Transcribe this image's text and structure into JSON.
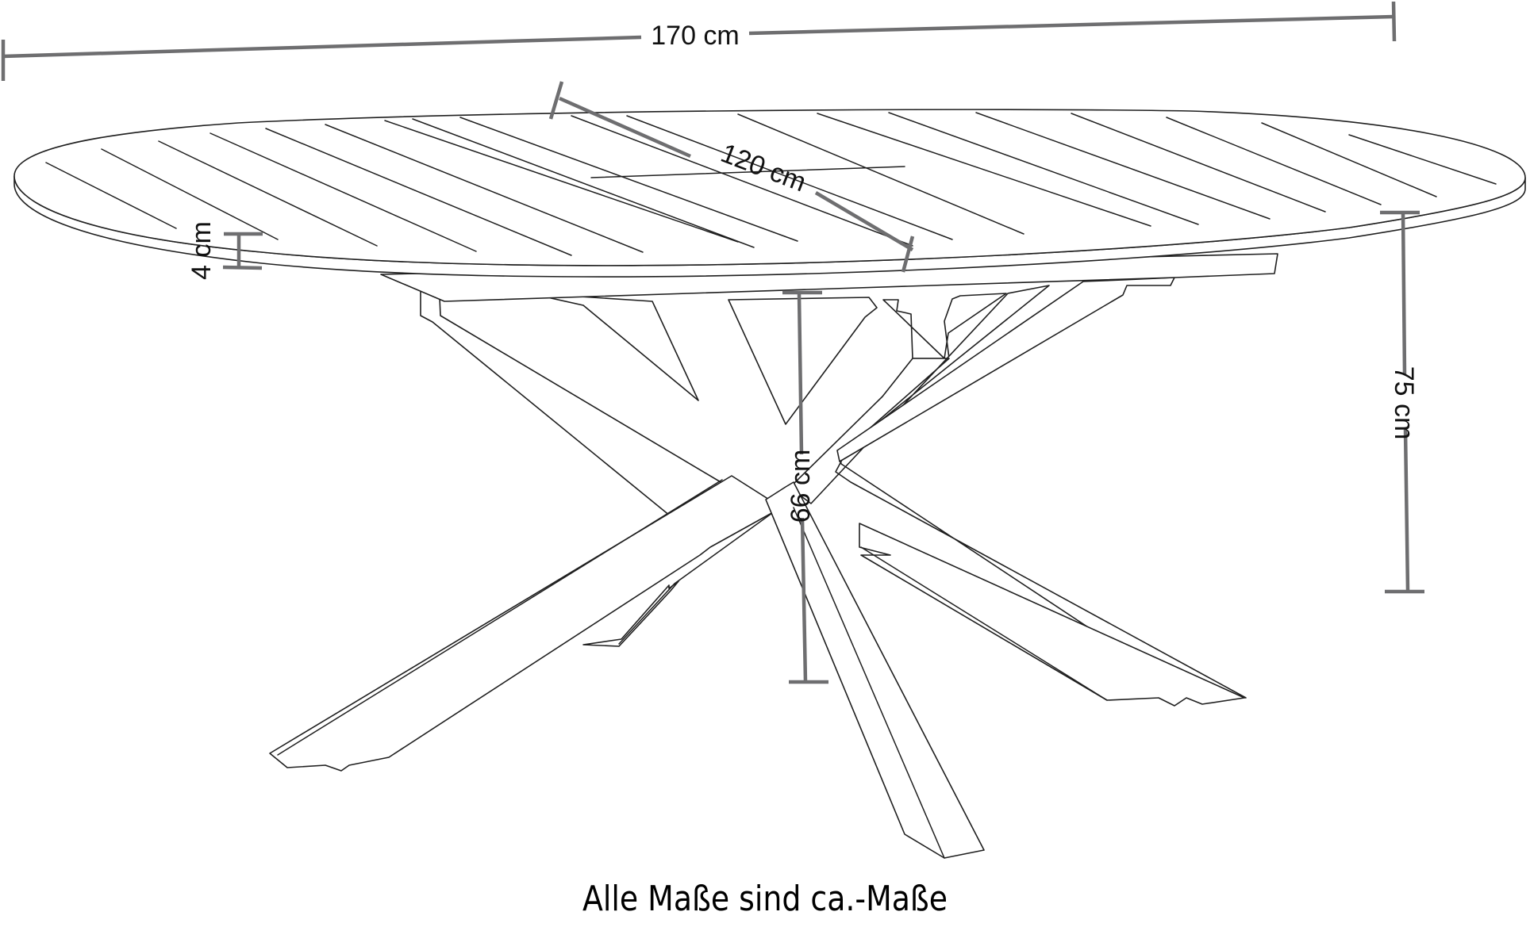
{
  "diagram": {
    "subject": "oval dining table with spider-leg base",
    "colors": {
      "drawing_line": "#1f1f1f",
      "dimension_line": "#6e6e70",
      "background": "#ffffff"
    }
  },
  "dimensions": {
    "length": {
      "label": "170 cm",
      "value": 170,
      "unit": "cm"
    },
    "width": {
      "label": "120 cm",
      "value": 120,
      "unit": "cm"
    },
    "top_thickness": {
      "label": "4 cm",
      "value": 4,
      "unit": "cm"
    },
    "total_height": {
      "label": "75 cm",
      "value": 75,
      "unit": "cm"
    },
    "underside_clearance": {
      "label": "66 cm",
      "value": 66,
      "unit": "cm"
    }
  },
  "caption": "Alle Maße sind ca.-Maße"
}
